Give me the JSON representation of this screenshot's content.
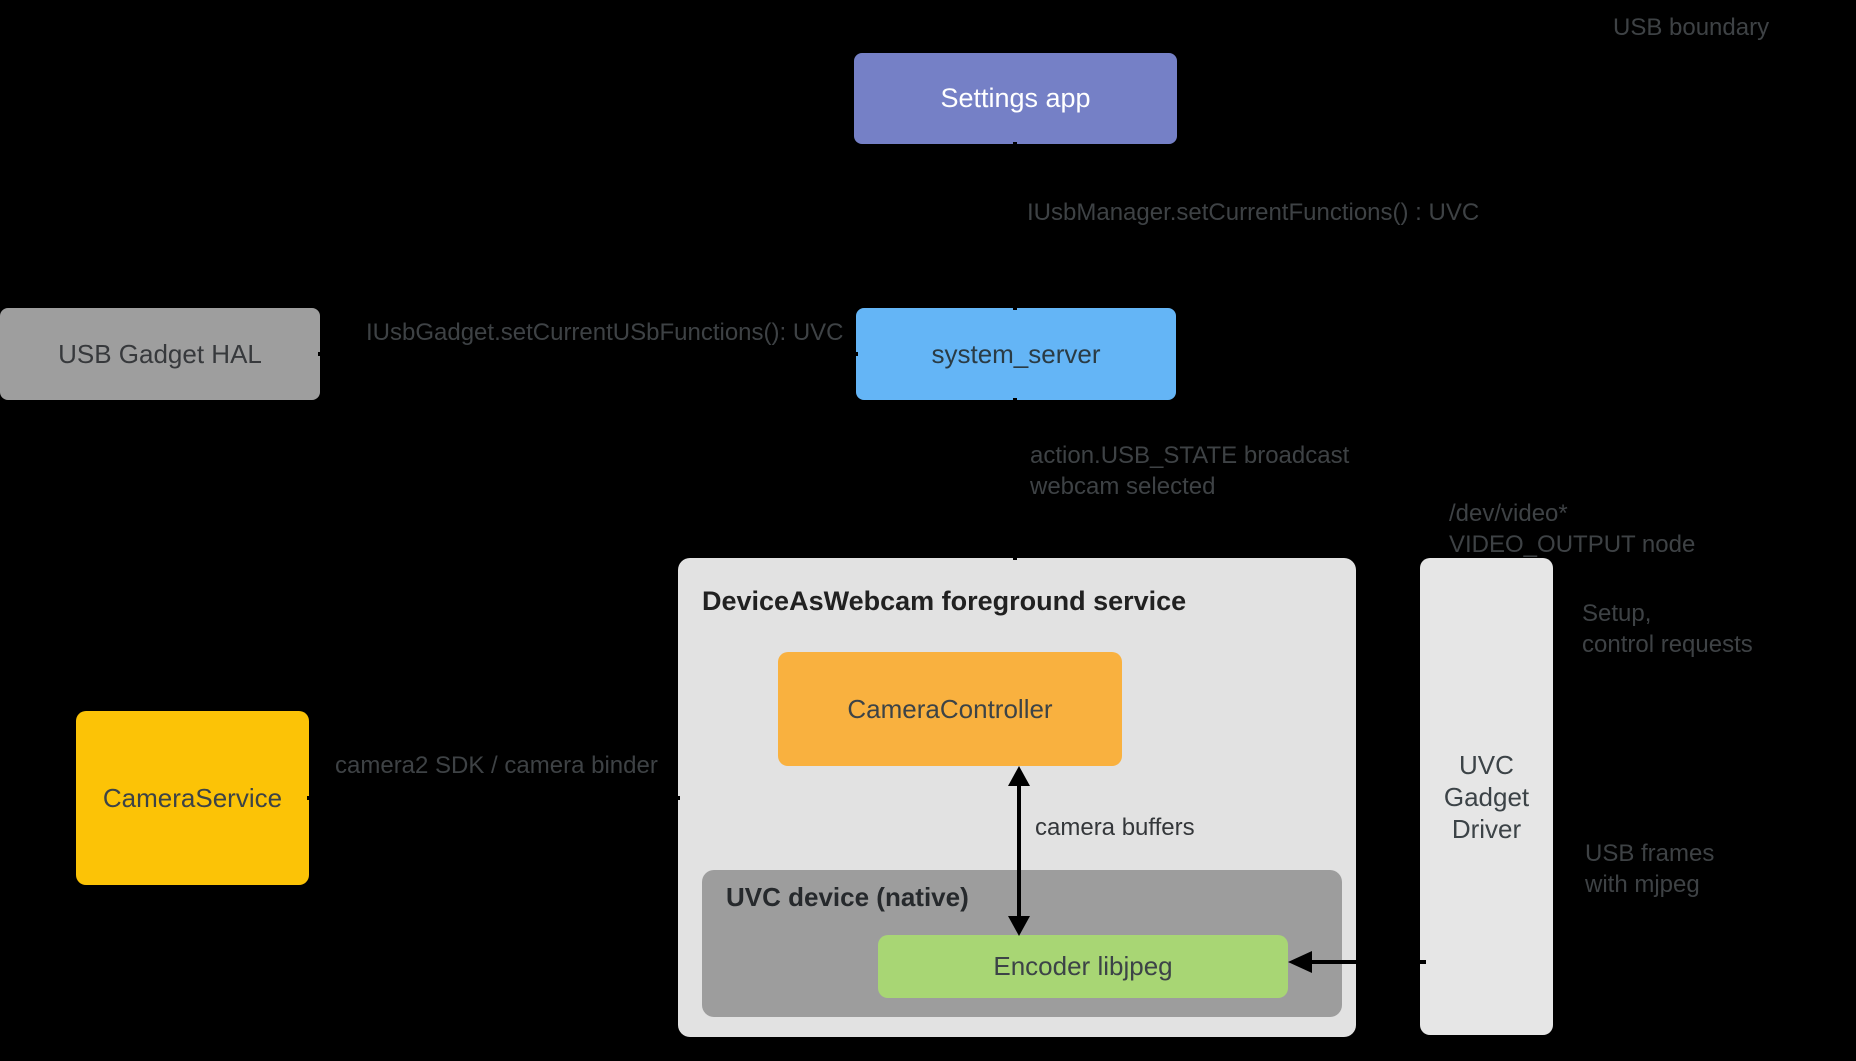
{
  "colors": {
    "background": "#000000",
    "arrow": "#000000",
    "annotation_text": "#3E4245",
    "label_text": "#3C4347",
    "title_text": "#212121",
    "settings_app": "#7580C6",
    "system_server": "#64B5F6",
    "usb_gadget_hal": "#9E9E9E",
    "camera_service": "#FCC306",
    "daw_service": "#E2E2E2",
    "camera_controller": "#F9B13F",
    "uvc_device": "#9D9D9D",
    "encoder": "#A8D674",
    "uvc_gadget_driver": "#E6E6E6"
  },
  "nodes": {
    "settings_app": {
      "label": "Settings app",
      "color": "#7580C6"
    },
    "system_server": {
      "label": "system_server",
      "color": "#64B5F6"
    },
    "usb_gadget_hal": {
      "label": "USB Gadget HAL",
      "color": "#9E9E9E"
    },
    "camera_service": {
      "label": "CameraService",
      "color": "#FCC306"
    },
    "daw_service": {
      "label": "DeviceAsWebcam foreground service",
      "color": "#E2E2E2"
    },
    "camera_controller": {
      "label": "CameraController",
      "color": "#F9B13F"
    },
    "uvc_device": {
      "label": "UVC device (native)",
      "color": "#9D9D9D"
    },
    "encoder": {
      "label": "Encoder libjpeg",
      "color": "#A8D674"
    },
    "uvc_gadget_driver": {
      "label": "UVC\nGadget\nDriver",
      "color": "#E6E6E6"
    }
  },
  "annotations": {
    "usb_boundary": "USB boundary",
    "iusb_manager": "IUsbManager.setCurrentFunctions() : UVC",
    "iusb_gadget": "IUsbGadget.setCurrentUSbFunctions(): UVC",
    "action_usb": "action.USB_STATE broadcast\nwebcam selected",
    "dev_video": "/dev/video*\nVIDEO_OUTPUT node",
    "setup_control": "Setup,\ncontrol requests",
    "usb_frames": "USB frames\nwith mjpeg",
    "camera2_sdk": "camera2 SDK / camera binder",
    "camera_buffers": "camera buffers"
  }
}
